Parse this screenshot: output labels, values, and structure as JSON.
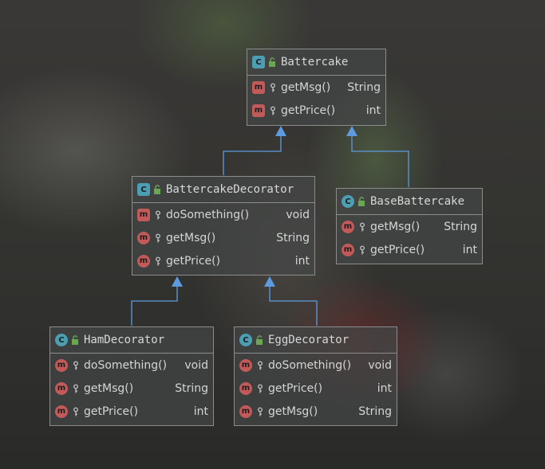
{
  "diagram": {
    "classes": {
      "battercake": {
        "name": "Battercake",
        "kind_letter": "C",
        "methods": [
          {
            "name": "getMsg()",
            "type": "String"
          },
          {
            "name": "getPrice()",
            "type": "int"
          }
        ]
      },
      "decorator": {
        "name": "BattercakeDecorator",
        "kind_letter": "C",
        "methods": [
          {
            "name": "doSomething()",
            "type": "void"
          },
          {
            "name": "getMsg()",
            "type": "String"
          },
          {
            "name": "getPrice()",
            "type": "int"
          }
        ]
      },
      "base": {
        "name": "BaseBattercake",
        "kind_letter": "C",
        "methods": [
          {
            "name": "getMsg()",
            "type": "String"
          },
          {
            "name": "getPrice()",
            "type": "int"
          }
        ]
      },
      "ham": {
        "name": "HamDecorator",
        "kind_letter": "C",
        "methods": [
          {
            "name": "doSomething()",
            "type": "void"
          },
          {
            "name": "getMsg()",
            "type": "String"
          },
          {
            "name": "getPrice()",
            "type": "int"
          }
        ]
      },
      "egg": {
        "name": "EggDecorator",
        "kind_letter": "C",
        "methods": [
          {
            "name": "doSomething()",
            "type": "void"
          },
          {
            "name": "getPrice()",
            "type": "int"
          },
          {
            "name": "getMsg()",
            "type": "String"
          }
        ]
      }
    },
    "method_icon_letter": "m",
    "inheritance": [
      {
        "from": "BattercakeDecorator",
        "to": "Battercake"
      },
      {
        "from": "BaseBattercake",
        "to": "Battercake"
      },
      {
        "from": "HamDecorator",
        "to": "BattercakeDecorator"
      },
      {
        "from": "EggDecorator",
        "to": "BattercakeDecorator"
      }
    ],
    "colors": {
      "class_icon": "#4c9fb3",
      "method_icon": "#c25a5a",
      "arrow": "#5c9be0",
      "box_border": "#8b8d8c"
    }
  }
}
